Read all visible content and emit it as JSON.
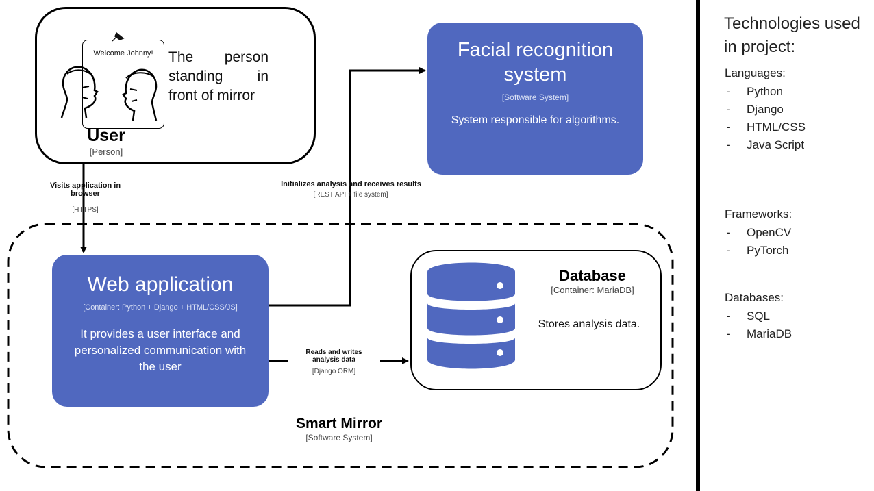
{
  "user": {
    "sign_text": "Welcome Johnny!",
    "description": "The person standing in front of mirror",
    "title": "User",
    "type": "[Person]"
  },
  "facial_recognition": {
    "title": "Facial recognition system",
    "type": "[Software System]",
    "description": "System responsible for algorithms."
  },
  "web_application": {
    "title": "Web application",
    "type": "[Container: Python + Django + HTML/CSS/JS]",
    "description": "It provides a user interface and personalized communication with the user"
  },
  "database": {
    "title": "Database",
    "type": "[Container: MariaDB]",
    "description": "Stores analysis data."
  },
  "smart_mirror": {
    "title": "Smart Mirror",
    "type": "[Software System]"
  },
  "edges": {
    "user_to_web": {
      "label": "Visits application in browser",
      "tech": "[HTTPS]"
    },
    "web_to_frs": {
      "label": "Initializes analysis and receives results",
      "tech": "[REST API + file system]"
    },
    "web_to_db": {
      "label": "Reads and writes analysis data",
      "tech": "[Django ORM]"
    }
  },
  "technologies": {
    "title": "Technologies used in project:",
    "sections": [
      {
        "heading": "Languages:",
        "items": [
          "Python",
          "Django",
          "HTML/CSS",
          "Java Script"
        ]
      },
      {
        "heading": "Frameworks:",
        "items": [
          "OpenCV",
          "PyTorch"
        ]
      },
      {
        "heading": "Databases:",
        "items": [
          "SQL",
          "MariaDB"
        ]
      }
    ]
  },
  "colors": {
    "container_blue": "#5068bf",
    "border": "#000000"
  }
}
